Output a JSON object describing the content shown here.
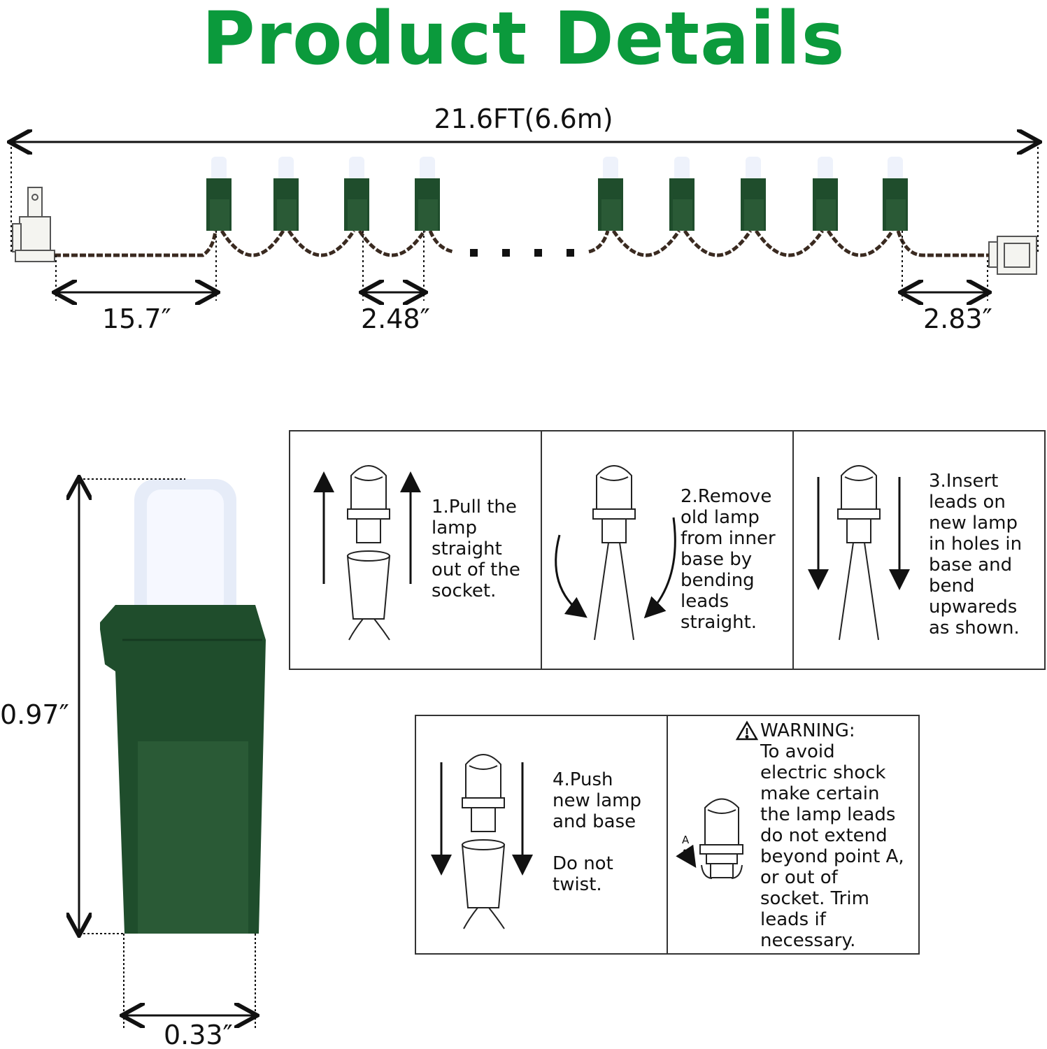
{
  "title": "Product Details",
  "dimensions": {
    "total_length": "21.6FT(6.6m)",
    "plug_to_first": "15.7″",
    "bulb_spacing": "2.48″",
    "last_to_end": "2.83″",
    "bulb_height": "0.97″",
    "bulb_width": "0.33″"
  },
  "steps": [
    {
      "text": "1.Pull the\nlamp\nstraight\nout of the\nsocket."
    },
    {
      "text": "2.Remove\nold lamp\nfrom inner\nbase by\nbending\nleads\nstraight."
    },
    {
      "text": "3.Insert\nleads on\nnew lamp\nin holes in\nbase and\nbend\nupwareds\nas shown."
    },
    {
      "text": "4.Push\nnew lamp\nand base\n\nDo not\ntwist."
    }
  ],
  "warning": {
    "heading": "WARNING:",
    "text": "To avoid\nelectric shock\nmake certain\nthe lamp leads\ndo not extend\nbeyond point A,\nor out of\nsocket. Trim\nleads if\nnecessary.",
    "point_label": "A"
  },
  "colors": {
    "title": "#0b9a3c",
    "socket": "#1f4d2c",
    "wire": "#3a2a20"
  }
}
